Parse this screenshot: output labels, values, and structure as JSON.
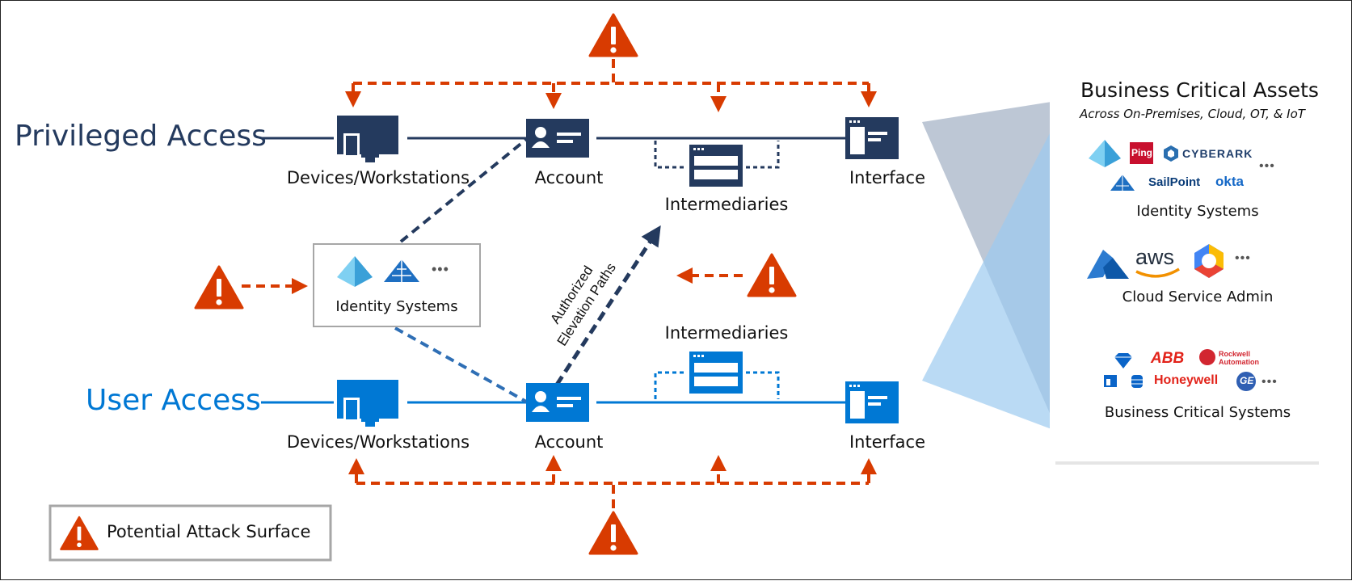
{
  "colors": {
    "privileged": "#243a5e",
    "user": "#0078d4",
    "threat": "#d83b01",
    "panel_border": "#bfbfbf"
  },
  "rows": {
    "privileged_title": "Privileged Access",
    "user_title": "User Access"
  },
  "nodes": {
    "devices": "Devices/Workstations",
    "account": "Account",
    "intermediaries": "Intermediaries",
    "interface": "Interface"
  },
  "identity_box": {
    "label": "Identity Systems",
    "more": "•••"
  },
  "elevation": {
    "line1": "Authorized",
    "line2": "Elevation Paths"
  },
  "legend": {
    "label": "Potential Attack Surface"
  },
  "assets_panel": {
    "title": "Business Critical Assets",
    "subtitle": "Across On-Premises, Cloud, OT, & IoT",
    "identity": {
      "label": "Identity Systems",
      "logos": [
        "Ping",
        "CYBERARK",
        "SailPoint",
        "okta"
      ],
      "more": "•••"
    },
    "cloud": {
      "label": "Cloud Service Admin",
      "logos": [
        "aws"
      ],
      "more": "•••"
    },
    "business": {
      "label": "Business Critical Systems",
      "logos": [
        "ABB",
        "Rockwell",
        "Automation",
        "Honeywell",
        "GE"
      ],
      "more": "•••"
    }
  },
  "icons": [
    "warning-icon",
    "workstation-icon",
    "account-card-icon",
    "intermediary-icon",
    "interface-window-icon",
    "azure-ad-icon",
    "identity-pyramid-icon"
  ]
}
